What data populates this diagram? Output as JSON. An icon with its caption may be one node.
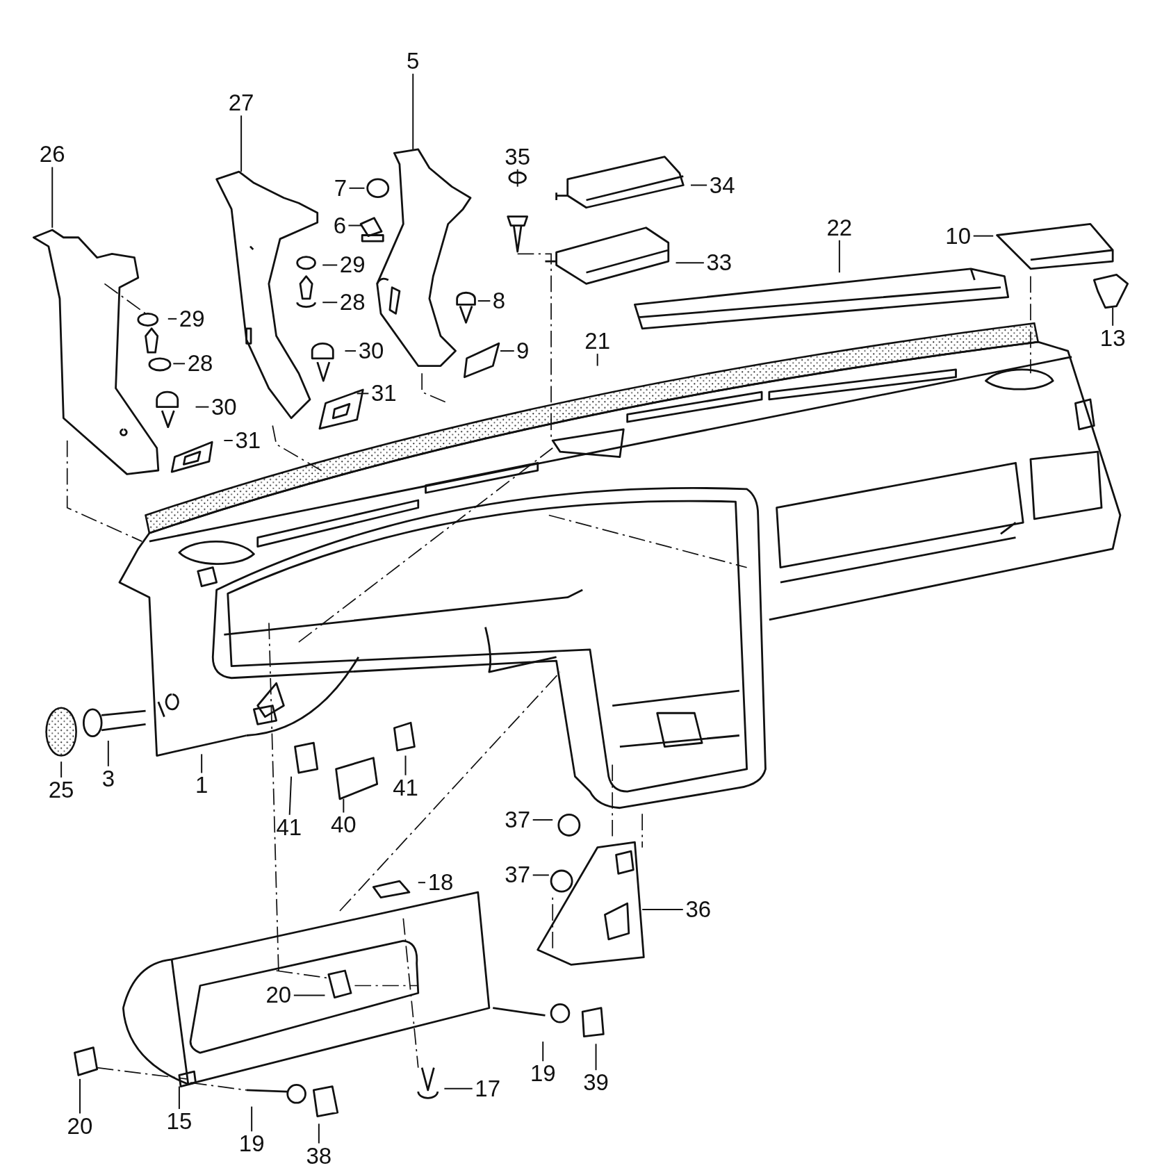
{
  "diagram": {
    "nodes": [
      {
        "text": [
          "5"
        ]
      },
      {
        "text": [
          "27"
        ]
      },
      {
        "text": [
          "26"
        ]
      },
      {
        "text": [
          "35"
        ]
      },
      {
        "text": [
          "7"
        ]
      },
      {
        "text": [
          "34"
        ]
      },
      {
        "text": [
          "6"
        ]
      },
      {
        "text": [
          "22"
        ]
      },
      {
        "text": [
          "10"
        ]
      },
      {
        "text": [
          "33"
        ]
      },
      {
        "text": [
          "29"
        ]
      },
      {
        "text": [
          "28"
        ]
      },
      {
        "text": [
          "8"
        ]
      },
      {
        "text": [
          "29"
        ]
      },
      {
        "text": [
          "13"
        ]
      },
      {
        "text": [
          "21"
        ]
      },
      {
        "text": [
          "9"
        ]
      },
      {
        "text": [
          "30"
        ]
      },
      {
        "text": [
          "28"
        ]
      },
      {
        "text": [
          "31"
        ]
      },
      {
        "text": [
          "30"
        ]
      },
      {
        "text": [
          "31"
        ]
      },
      {
        "text": [
          "3"
        ]
      },
      {
        "text": [
          "1"
        ]
      },
      {
        "text": [
          "41"
        ]
      },
      {
        "text": [
          "25"
        ]
      },
      {
        "text": [
          "37"
        ]
      },
      {
        "text": [
          "40"
        ]
      },
      {
        "text": [
          "41"
        ]
      },
      {
        "text": [
          "37"
        ]
      },
      {
        "text": [
          "18"
        ]
      },
      {
        "text": [
          "36"
        ]
      },
      {
        "text": [
          "20"
        ]
      },
      {
        "text": [
          "19"
        ]
      },
      {
        "text": [
          "39"
        ]
      },
      {
        "text": [
          "17"
        ]
      },
      {
        "text": [
          "15"
        ]
      },
      {
        "text": [
          "20"
        ]
      },
      {
        "text": [
          "19"
        ]
      },
      {
        "text": [
          "38"
        ]
      }
    ],
    "edges": [
      {
        "from": 0,
        "to": null,
        "arrow": "none"
      },
      {
        "from": 1,
        "to": null,
        "arrow": "none"
      },
      {
        "from": 2,
        "to": null,
        "arrow": "none"
      },
      {
        "from": 3,
        "to": null,
        "arrow": "none"
      },
      {
        "from": 4,
        "to": null,
        "arrow": "none"
      },
      {
        "from": 5,
        "to": null,
        "arrow": "none"
      },
      {
        "from": 6,
        "to": null,
        "arrow": "none"
      },
      {
        "from": 7,
        "to": null,
        "arrow": "none"
      },
      {
        "from": 8,
        "to": null,
        "arrow": "none"
      },
      {
        "from": 9,
        "to": null,
        "arrow": "none"
      },
      {
        "from": 10,
        "to": null,
        "arrow": "none"
      },
      {
        "from": 11,
        "to": null,
        "arrow": "none"
      },
      {
        "from": 12,
        "to": null,
        "arrow": "none"
      },
      {
        "from": 13,
        "to": null,
        "arrow": "none"
      },
      {
        "from": 14,
        "to": null,
        "arrow": "none"
      },
      {
        "from": 15,
        "to": null,
        "arrow": "none"
      },
      {
        "from": 16,
        "to": null,
        "arrow": "none"
      },
      {
        "from": 17,
        "to": null,
        "arrow": "none"
      },
      {
        "from": 18,
        "to": null,
        "arrow": "none"
      },
      {
        "from": 19,
        "to": null,
        "arrow": "none"
      },
      {
        "from": 20,
        "to": null,
        "arrow": "none"
      },
      {
        "from": 21,
        "to": null,
        "arrow": "none"
      },
      {
        "from": 22,
        "to": null,
        "arrow": "none"
      },
      {
        "from": 23,
        "to": null,
        "arrow": "none"
      },
      {
        "from": 24,
        "to": null,
        "arrow": "none"
      },
      {
        "from": 25,
        "to": null,
        "arrow": "none"
      },
      {
        "from": 26,
        "to": null,
        "arrow": "none"
      },
      {
        "from": 27,
        "to": null,
        "arrow": "none"
      },
      {
        "from": 28,
        "to": null,
        "arrow": "none"
      },
      {
        "from": 29,
        "to": null,
        "arrow": "none"
      },
      {
        "from": 30,
        "to": null,
        "arrow": "none"
      },
      {
        "from": 31,
        "to": null,
        "arrow": "none"
      },
      {
        "from": 32,
        "to": null,
        "arrow": "none"
      },
      {
        "from": 33,
        "to": null,
        "arrow": "none"
      },
      {
        "from": 34,
        "to": null,
        "arrow": "none"
      },
      {
        "from": 35,
        "to": null,
        "arrow": "none"
      },
      {
        "from": 36,
        "to": null,
        "arrow": "none"
      },
      {
        "from": 37,
        "to": null,
        "arrow": "none"
      },
      {
        "from": 38,
        "to": null,
        "arrow": "none"
      },
      {
        "from": 39,
        "to": null,
        "arrow": "none"
      }
    ]
  }
}
